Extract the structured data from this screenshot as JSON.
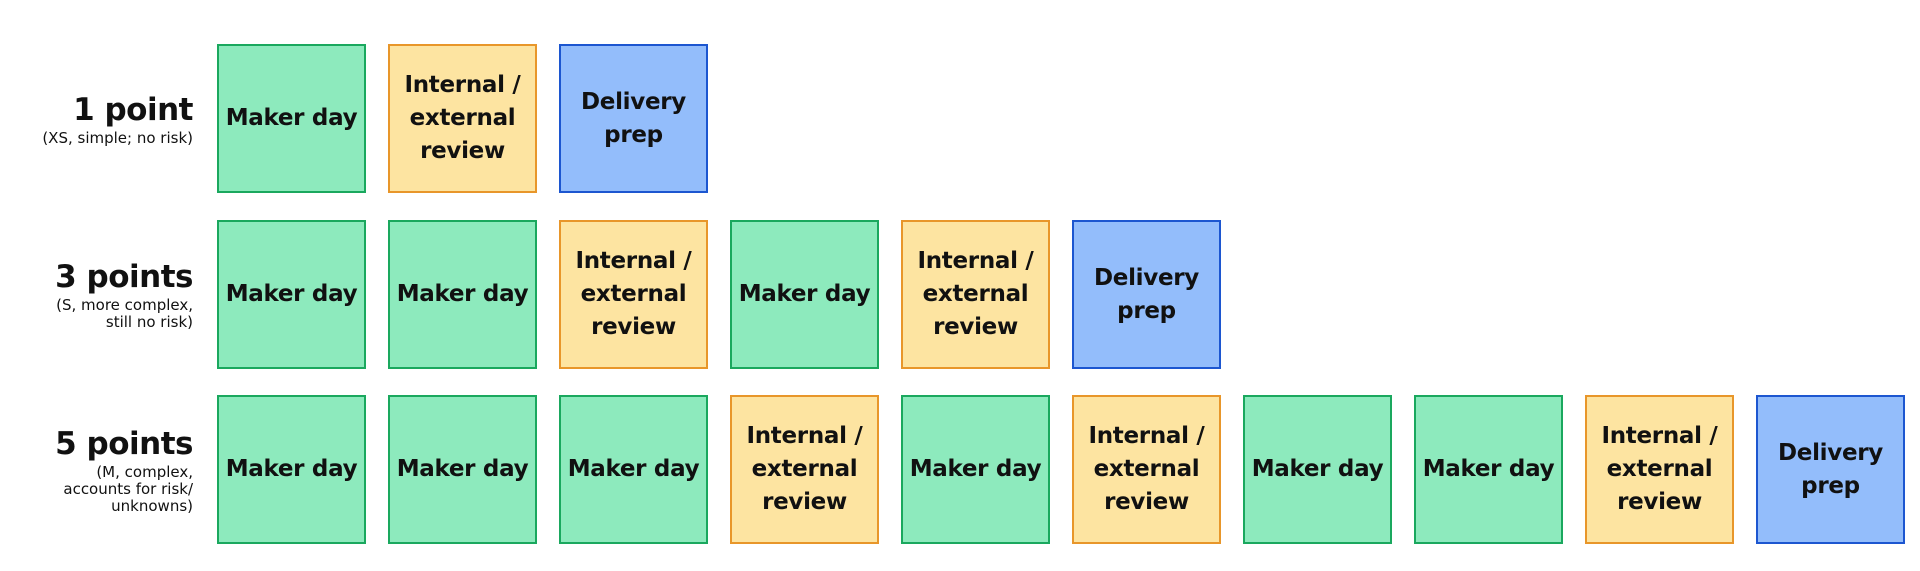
{
  "colors": {
    "maker_fill": "#8deabd",
    "maker_border": "#1aa85e",
    "review_fill": "#fde4a1",
    "review_border": "#e8962a",
    "delivery_fill": "#93bdfb",
    "delivery_border": "#1c56d0"
  },
  "rows": [
    {
      "title": "1 point",
      "subtitle": [
        "(XS, simple; no risk)"
      ],
      "cards": [
        {
          "type": "maker",
          "label": "Maker day"
        },
        {
          "type": "review",
          "label": "Internal / external review"
        },
        {
          "type": "delivery",
          "label": "Delivery prep"
        }
      ]
    },
    {
      "title": "3 points",
      "subtitle": [
        "(S, more complex,",
        "still no risk)"
      ],
      "cards": [
        {
          "type": "maker",
          "label": "Maker day"
        },
        {
          "type": "maker",
          "label": "Maker day"
        },
        {
          "type": "review",
          "label": "Internal / external review"
        },
        {
          "type": "maker",
          "label": "Maker day"
        },
        {
          "type": "review",
          "label": "Internal / external review"
        },
        {
          "type": "delivery",
          "label": "Delivery prep"
        }
      ]
    },
    {
      "title": "5 points",
      "subtitle": [
        "(M, complex,",
        "accounts for risk/",
        "unknowns)"
      ],
      "cards": [
        {
          "type": "maker",
          "label": "Maker day"
        },
        {
          "type": "maker",
          "label": "Maker day"
        },
        {
          "type": "maker",
          "label": "Maker day"
        },
        {
          "type": "review",
          "label": "Internal / external review"
        },
        {
          "type": "maker",
          "label": "Maker day"
        },
        {
          "type": "review",
          "label": "Internal / external review"
        },
        {
          "type": "maker",
          "label": "Maker day"
        },
        {
          "type": "maker",
          "label": "Maker day"
        },
        {
          "type": "review",
          "label": "Internal / external review"
        },
        {
          "type": "delivery",
          "label": "Delivery prep"
        }
      ]
    }
  ]
}
